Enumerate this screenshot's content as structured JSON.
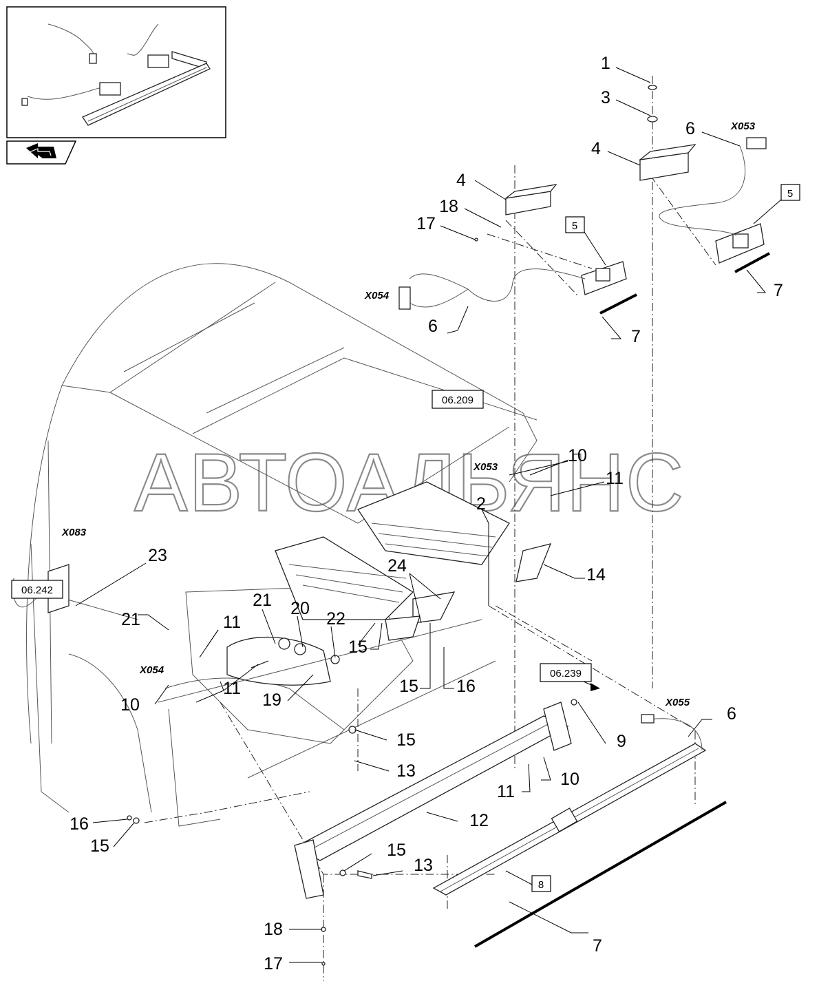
{
  "inset": {
    "nav_icon": "return-arrow-icon"
  },
  "watermark": "АВТОАЛЬЯНС",
  "reference_boxes": [
    "06.209",
    "06.242",
    "06.239"
  ],
  "boxed_callouts": [
    "5",
    "5",
    "8"
  ],
  "connectors": [
    "X053",
    "X053",
    "X054",
    "X054",
    "X083",
    "X055"
  ],
  "callouts": [
    "1",
    "3",
    "6",
    "4",
    "4",
    "18",
    "17",
    "6",
    "7",
    "7",
    "10",
    "11",
    "2",
    "14",
    "24",
    "23",
    "21",
    "21",
    "20",
    "22",
    "11",
    "15",
    "15",
    "16",
    "11",
    "19",
    "10",
    "15",
    "13",
    "6",
    "9",
    "11",
    "10",
    "12",
    "16",
    "15",
    "15",
    "13",
    "7",
    "18",
    "17"
  ]
}
